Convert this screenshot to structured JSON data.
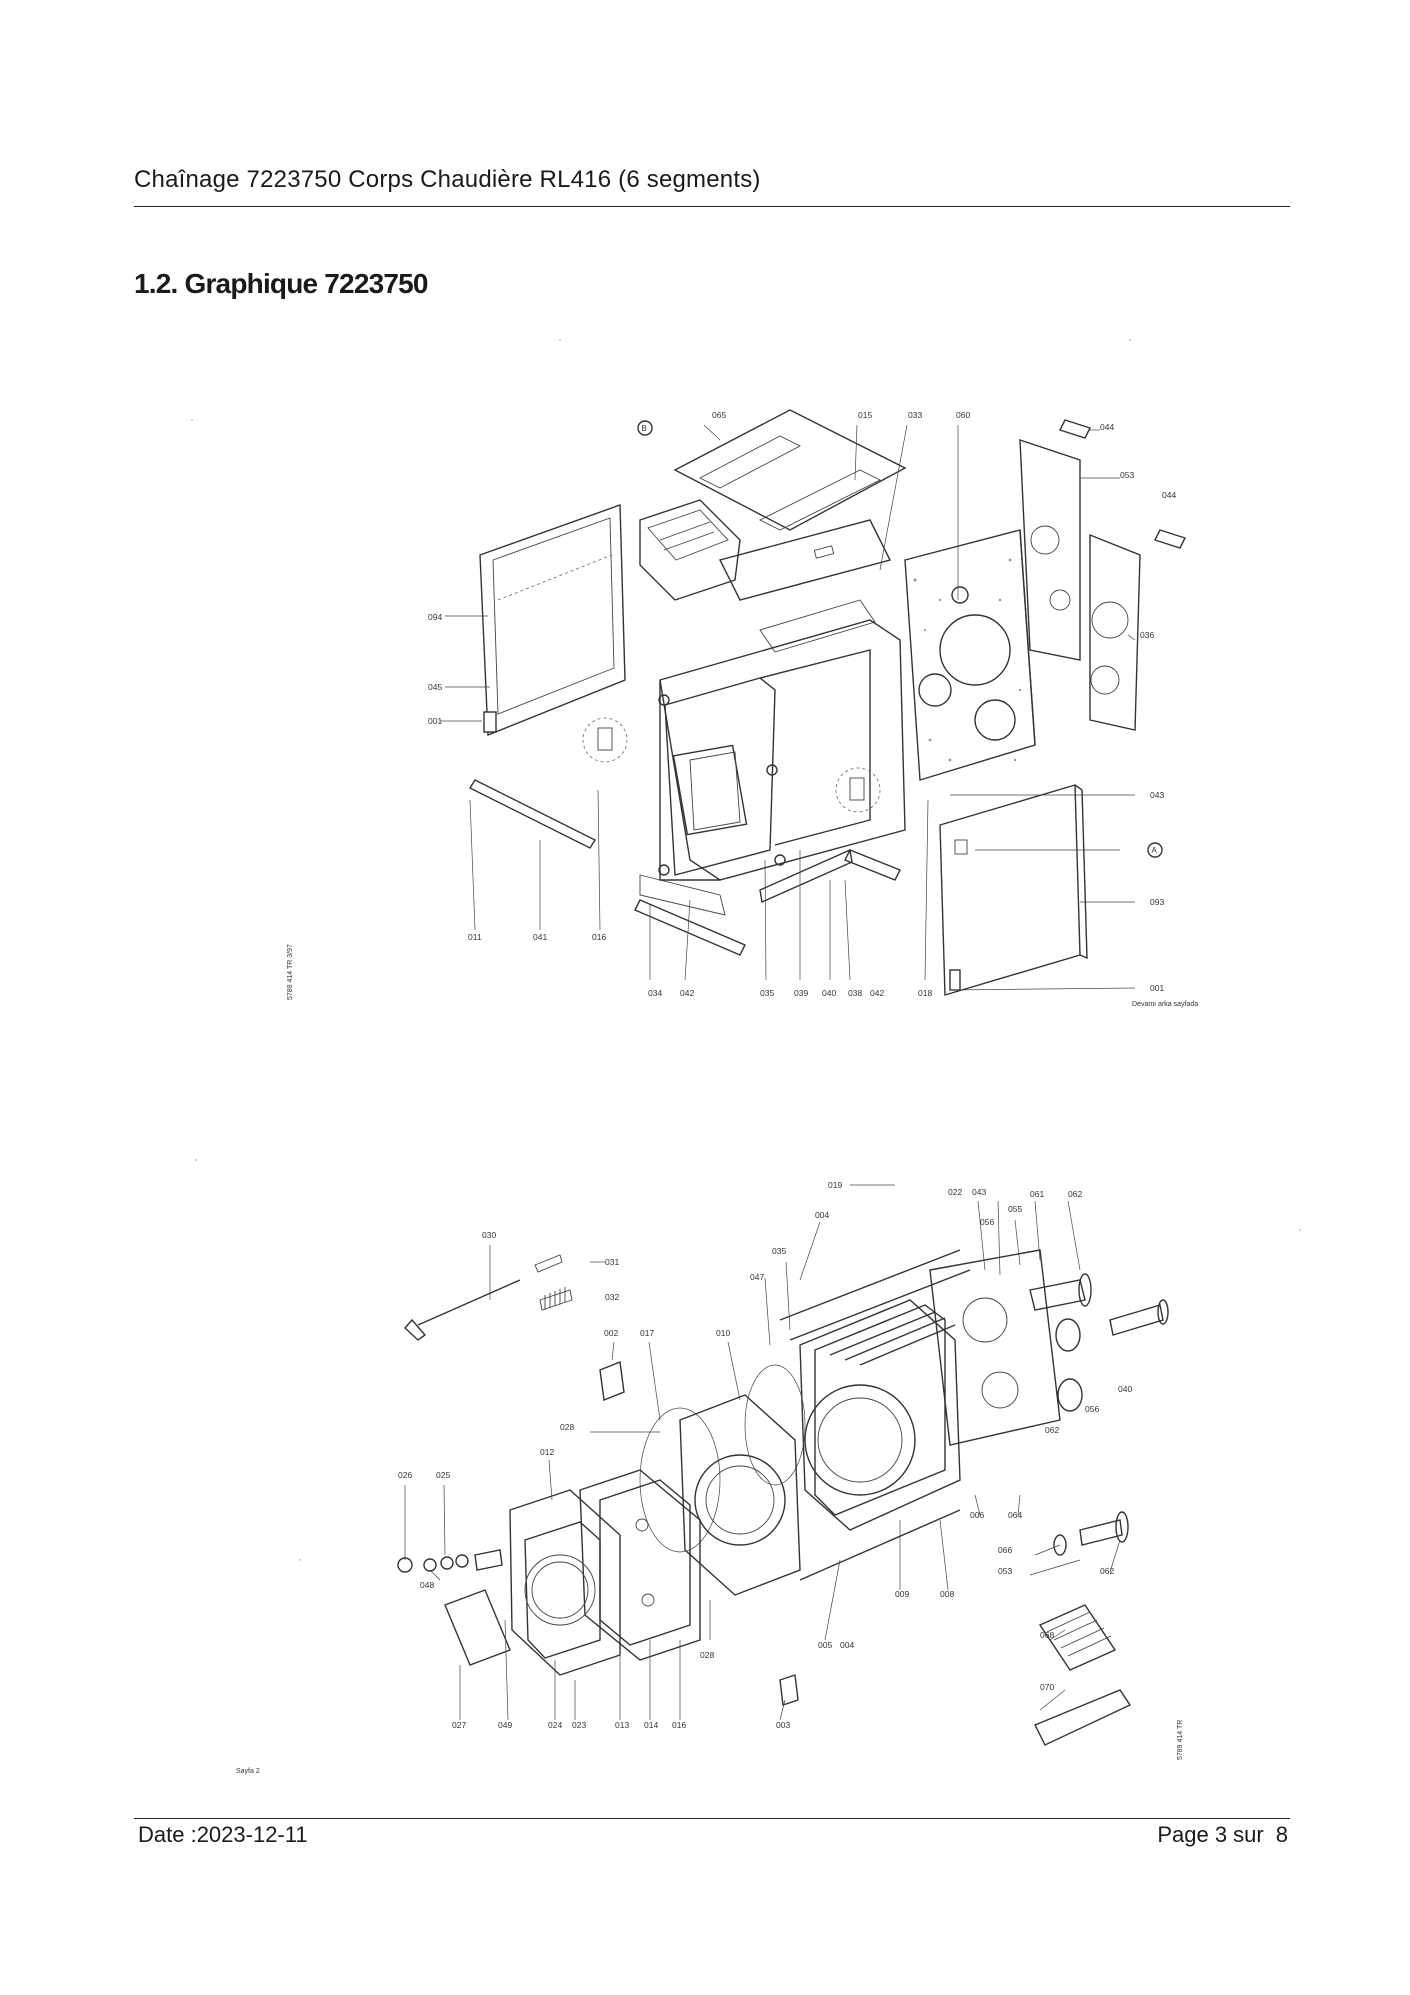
{
  "header": {
    "title": "Chaînage 7223750 Corps Chaudière RL416 (6 segments)"
  },
  "section": {
    "heading": "1.2. Graphique 7223750"
  },
  "drawing_top": {
    "callouts": [
      "065",
      "015",
      "033",
      "060",
      "044",
      "053",
      "044",
      "036",
      "094",
      "045",
      "001",
      "043",
      "093",
      "001",
      "011",
      "041",
      "016",
      "034",
      "042",
      "035",
      "039",
      "040",
      "038",
      "042",
      "018"
    ],
    "marker_b": "B",
    "marker_a": "A",
    "side_code": "5789 414 TR   3/97",
    "note": "Devamı arka sayfada"
  },
  "drawing_bottom": {
    "callouts": [
      "019",
      "022",
      "043",
      "061",
      "062",
      "030",
      "031",
      "004",
      "055",
      "056",
      "032",
      "035",
      "047",
      "002",
      "017",
      "010",
      "028",
      "040",
      "056",
      "062",
      "026",
      "025",
      "012",
      "006",
      "064",
      "066",
      "053",
      "062",
      "048",
      "027",
      "049",
      "024",
      "023",
      "013",
      "014",
      "016",
      "005",
      "004",
      "009",
      "008",
      "068",
      "070",
      "003",
      "028"
    ],
    "side_code": "5789 414 TR",
    "page_note": "Sayfa 2"
  },
  "footer": {
    "date": "Date :2023-12-11",
    "page_label": "Page 3 sur",
    "page_total": "8"
  }
}
